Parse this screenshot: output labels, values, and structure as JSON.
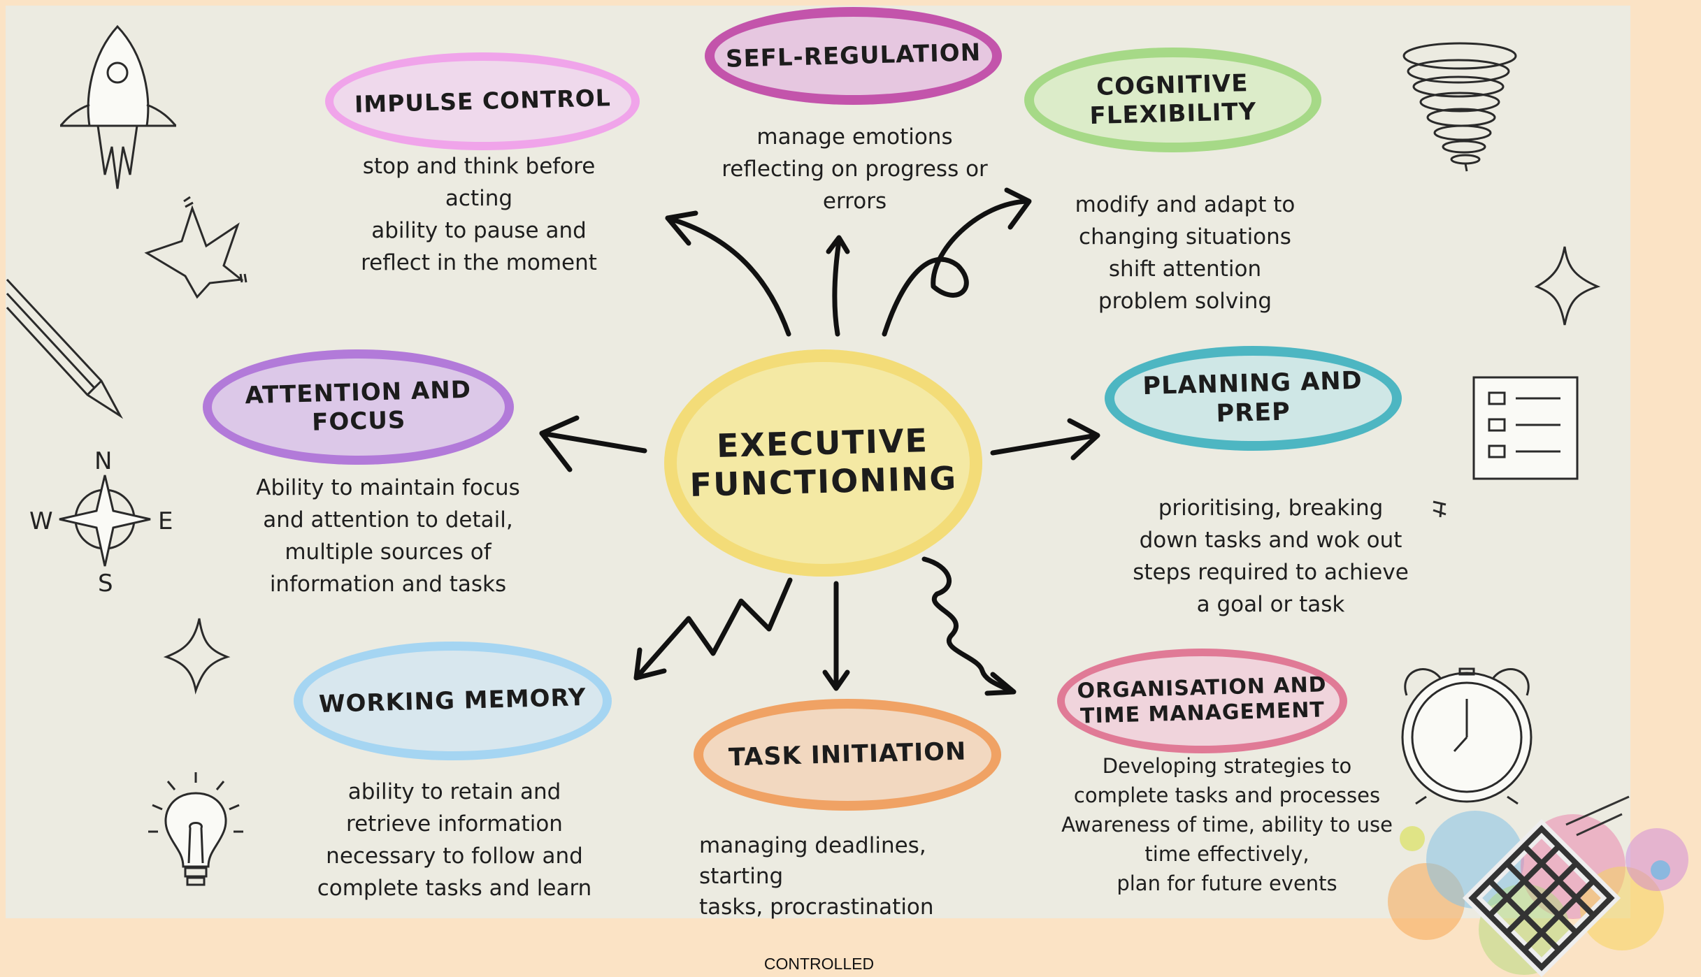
{
  "center": {
    "title": "EXECUTIVE\nFUNCTIONING",
    "color": "#f3e08a"
  },
  "nodes": {
    "impulse": {
      "title": "Impulse control",
      "desc": "stop and think before\nacting\nability to pause and\nreflect in the moment",
      "color": "#f3a6ea"
    },
    "selfreg": {
      "title": "Sefl-regulation",
      "desc": "manage emotions\nreflecting on progress or\nerrors",
      "color": "#c85cb0"
    },
    "cognitive": {
      "title": "Cognitive\nflexibility",
      "desc": "modify and adapt to\nchanging situations\nshift attention\nproblem solving",
      "color": "#a9d98b"
    },
    "attention": {
      "title": "Attention and\nfocus",
      "desc": "Ability to maintain focus\nand attention to detail,\nmultiple sources of\ninformation and tasks",
      "color": "#b07ad8"
    },
    "planning": {
      "title": "Planning and\nprep",
      "desc": "prioritising, breaking\ndown tasks and wok out\nsteps required to achieve\na goal or task",
      "color": "#4fb8c4"
    },
    "memory": {
      "title": "Working memory",
      "desc": "ability to retain and\nretrieve information\nnecessary to follow and\ncomplete tasks  and learn",
      "color": "#a8d6f2"
    },
    "task": {
      "title": "Task initiation",
      "desc": "managing deadlines, starting\ntasks, procrastination",
      "color": "#f2a56a"
    },
    "organisation": {
      "title": "Organisation and\ntime management",
      "desc": "Developing strategies to\ncomplete tasks and processes\nAwareness of time, ability to use\ntime effectively,\nplan for future events",
      "color": "#e07c98"
    }
  },
  "compass": {
    "north": "N",
    "south": "S",
    "east": "E",
    "west": "W"
  },
  "footer": "CONTROLLED",
  "icons": [
    "rocket-icon",
    "star-icon",
    "pencil-icon",
    "compass-icon",
    "sparkle-icon",
    "lightbulb-icon",
    "tornado-icon",
    "checklist-icon",
    "alarm-clock-icon",
    "knot-icon"
  ]
}
